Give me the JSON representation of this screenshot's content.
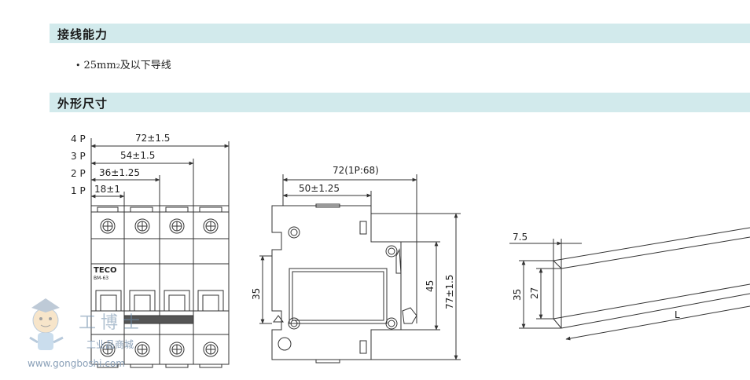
{
  "sections": {
    "wiring": {
      "title": "接线能力"
    },
    "dimensions": {
      "title": "外形尺寸"
    }
  },
  "wiring_item": {
    "bullet": "•",
    "value": "25mm",
    "sup": "2",
    "suffix": "及以下导线"
  },
  "front_view": {
    "pole_labels": [
      "4 P",
      "3 P",
      "2 P",
      "1 P"
    ],
    "widths": [
      "72±1.5",
      "54±1.5",
      "36±1.25",
      "18±1"
    ],
    "brand": "TECO",
    "model": "BM-63"
  },
  "side_view": {
    "total_width": "72(1P:68)",
    "front_width": "50±1.25",
    "rail_height": "35",
    "body_height": "45",
    "total_height": "77±1.5"
  },
  "rail_view": {
    "flange": "7.5",
    "height": "35",
    "inner_height": "27",
    "length": "L"
  },
  "watermark": {
    "url": "www.gongboshi.com",
    "name": "工业品商城",
    "logo": "工博士"
  },
  "colors": {
    "section_bar": "#d2eaec",
    "line": "#333333",
    "watermark": "#8aa0b8"
  }
}
